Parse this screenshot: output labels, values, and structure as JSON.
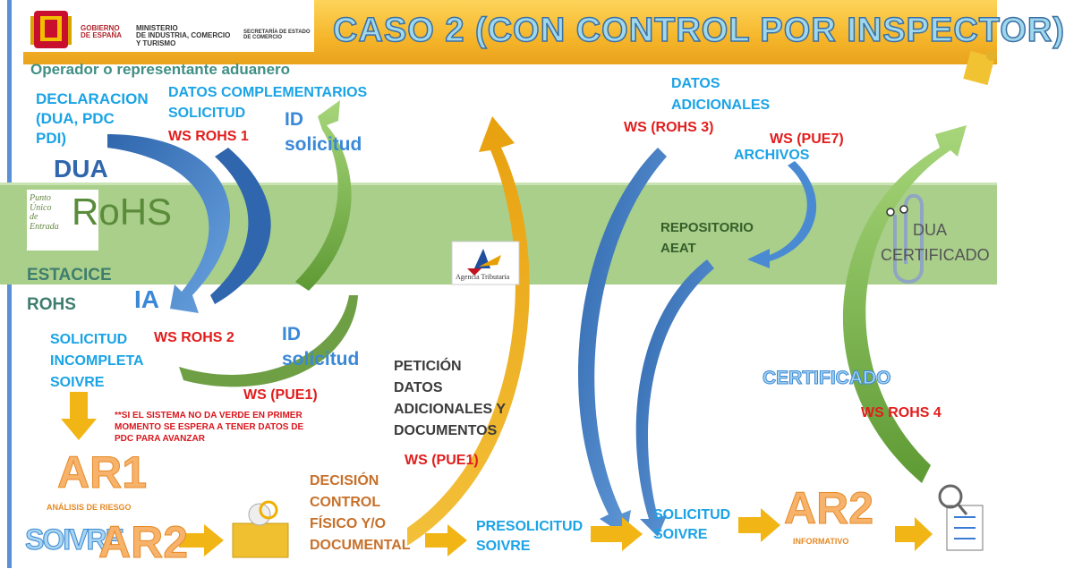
{
  "header": {
    "gov_line1": "GOBIERNO",
    "gov_line2": "DE ESPAÑA",
    "ministry_line1": "MINISTERIO",
    "ministry_line2": "DE INDUSTRIA, COMERCIO",
    "ministry_line3": "Y TURISMO",
    "secretary_line1": "SECRETARÍA DE ESTADO",
    "secretary_line2": "DE COMERCIO",
    "title": "CASO 2 (CON CONTROL POR INSPECTOR)"
  },
  "labels": {
    "operator": "Operador o representante aduanero",
    "declaracion_1": "DECLARACION",
    "declaracion_2": "(DUA, PDC",
    "declaracion_3": "PDI)",
    "datos_compl_1": "DATOS COMPLEMENTARIOS",
    "datos_compl_2": "SOLICITUD",
    "ws_rohs1": "WS ROHS 1",
    "id_solicitud_top_1": "ID",
    "id_solicitud_top_2": "solicitud",
    "dua": "DUA",
    "rohs_logo": "RoHS",
    "puerto_1": "Punto",
    "puerto_2": "Único",
    "puerto_3": "de",
    "puerto_4": "Entrada",
    "estacice": "ESTACICE",
    "rohs": "ROHS",
    "ia": "IA",
    "solicitud_incompleta_1": "SOLICITUD",
    "solicitud_incompleta_2": "INCOMPLETA",
    "solicitud_incompleta_3": "SOIVRE",
    "ws_rohs2": "WS ROHS  2",
    "id_solicitud_mid_1": "ID",
    "id_solicitud_mid_2": "solicitud",
    "ws_pue1_a": "WS (PUE1)",
    "note_1": "**SI EL SISTEMA NO DA VERDE EN PRIMER",
    "note_2": "MOMENTO SE ESPERA A TENER DATOS DE",
    "note_3": "PDC PARA AVANZAR",
    "ar1": "AR1",
    "analisis": "ANÁLISIS DE RIESGO",
    "soivre": "SOIVRE",
    "ar2_left": "AR2",
    "decision_1": "DECISIÓN",
    "decision_2": "CONTROL",
    "decision_3": "FÍSICO Y/O",
    "decision_4": "DOCUMENTAL",
    "peticion_1": "PETICIÓN",
    "peticion_2": "DATOS",
    "peticion_3": "ADICIONALES Y",
    "peticion_4": "DOCUMENTOS",
    "ws_pue1_b": "WS (PUE1)",
    "agencia": "Agencia Tributaria",
    "presolicitud_1": "PRESOLICITUD",
    "presolicitud_2": "SOIVRE",
    "datos_adic_1": "DATOS",
    "datos_adic_2": "ADICIONALES",
    "ws_rohs3": "WS (ROHS 3)",
    "ws_pue7": "WS (PUE7)",
    "archivos": "ARCHIVOS",
    "repositorio_1": "REPOSITORIO",
    "repositorio_2": "AEAT",
    "solicitud_soivre_1": "SOLICITUD",
    "solicitud_soivre_2": "SOIVRE",
    "ar2_right": "AR2",
    "informativo": "INFORMATIVO",
    "certificado": "CERTIFICADO",
    "ws_rohs4": "WS ROHS  4",
    "dua_cert_1": "DUA",
    "dua_cert_2": "CERTIFICADO"
  },
  "colors": {
    "blue_text": "#1aa3e6",
    "red_text": "#e21d1d",
    "arrow_blue": "#3f7cc3",
    "arrow_green": "#7cb342",
    "arrow_yellow": "#f2b516",
    "band_green": "#a9cf8a",
    "header_yellow": "#f5b52a"
  },
  "icons": [
    "spain-coat-of-arms-icon",
    "puzzle-icon",
    "paperclip-icon",
    "folder-search-icon",
    "checklist-search-icon",
    "agencia-tributaria-logo-icon"
  ]
}
